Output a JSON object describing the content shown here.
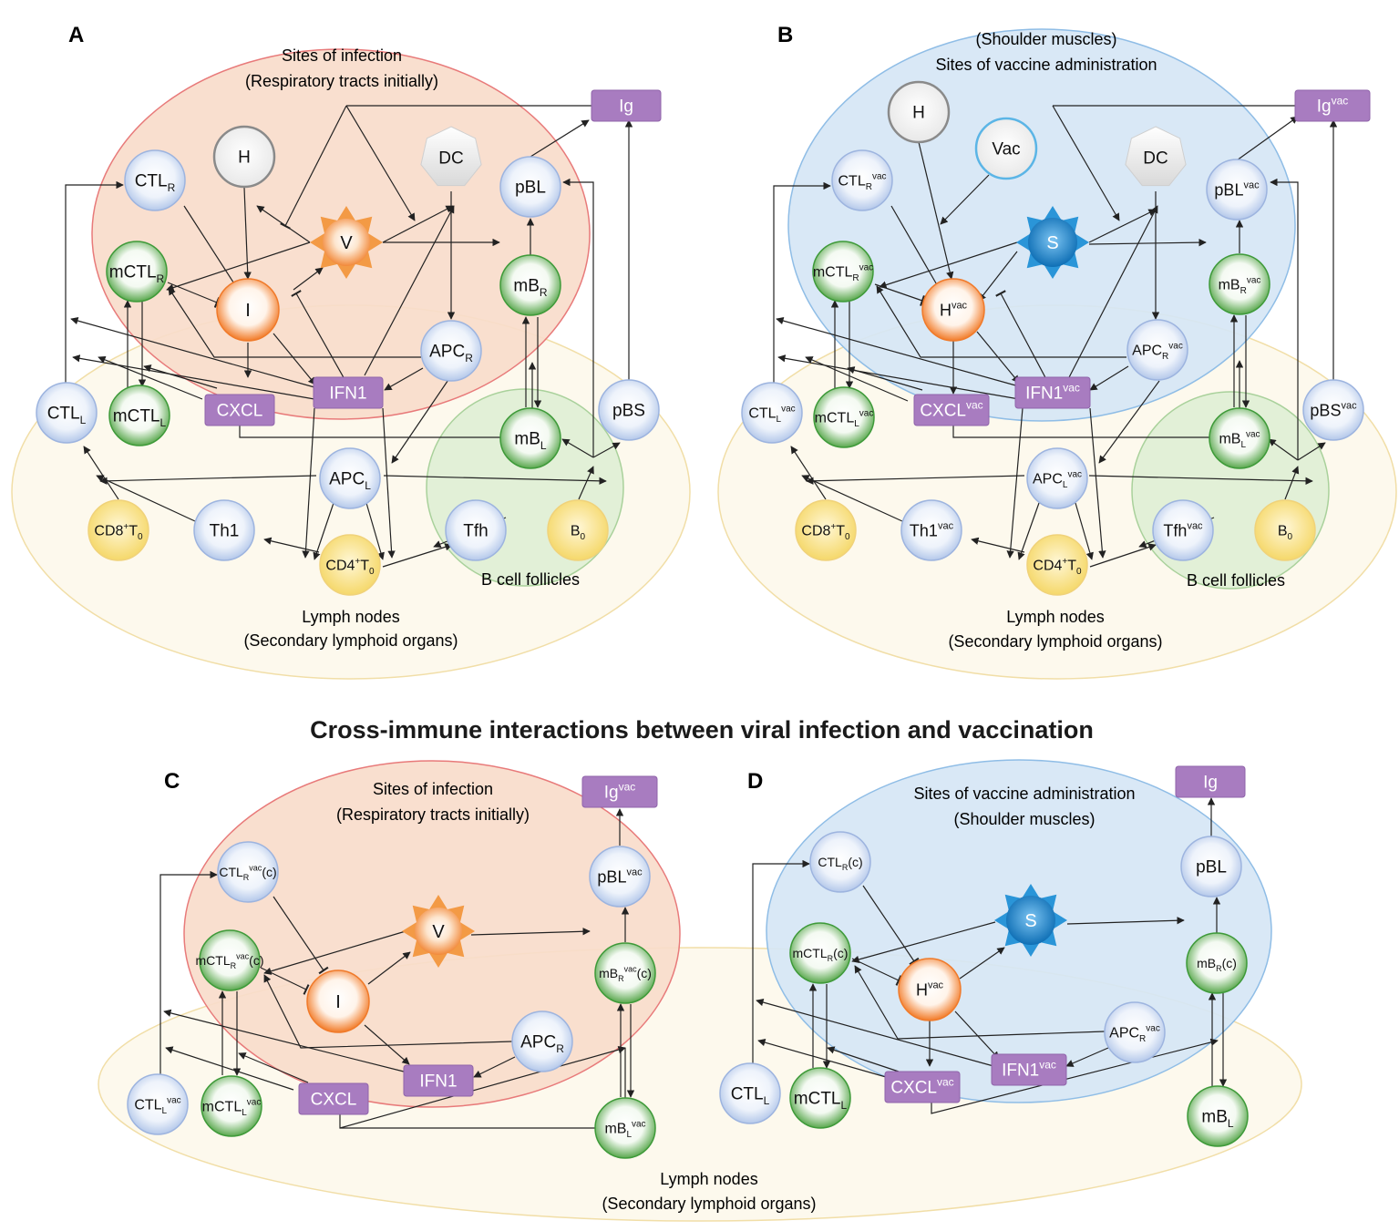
{
  "main_title": "Cross-immune interactions between viral infection and vaccination",
  "colors": {
    "infection_fill": "#f9dccb",
    "infection_stroke": "#e87a7a",
    "vaccine_fill": "#d6e6f5",
    "vaccine_stroke": "#8fbde6",
    "lymph_fill": "#fdf9ec",
    "lymph_stroke": "#f1dea7",
    "follicle_fill": "#e0efd5",
    "follicle_stroke": "#a9d19b",
    "blue_node": "#c7d7ef",
    "green_node": "#4fa74a",
    "yellow_node": "#f8df8a",
    "orange_node": "#f18a3e",
    "purple_box": "#a87cc0",
    "virus": "#f39a45",
    "antigen": "#1d7fc2"
  },
  "panels": [
    {
      "letter": "A",
      "region_top": [
        "Sites of infection",
        "(Respiratory tracts initially)"
      ],
      "region_bottom": [
        "Lymph nodes",
        "(Secondary lymphoid organs)"
      ],
      "follicle_label": "B cell follicles",
      "nodes": [
        {
          "id": "H",
          "kind": "white",
          "label": "H"
        },
        {
          "id": "DC",
          "kind": "hept",
          "label": "DC"
        },
        {
          "id": "Ig",
          "kind": "box",
          "label": "Ig"
        },
        {
          "id": "CTLR",
          "kind": "blue",
          "label": "CTL",
          "sub": "R"
        },
        {
          "id": "pBL",
          "kind": "blue",
          "label": "pBL"
        },
        {
          "id": "V",
          "kind": "virus",
          "label": "V"
        },
        {
          "id": "mCTLR",
          "kind": "green",
          "label": "mCTL",
          "sub": "R"
        },
        {
          "id": "I",
          "kind": "orange",
          "label": "I"
        },
        {
          "id": "mBR",
          "kind": "green",
          "label": "mB",
          "sub": "R"
        },
        {
          "id": "APCR",
          "kind": "blue",
          "label": "APC",
          "sub": "R"
        },
        {
          "id": "IFN1",
          "kind": "box",
          "label": "IFN1"
        },
        {
          "id": "CXCL",
          "kind": "box",
          "label": "CXCL"
        },
        {
          "id": "CTLL",
          "kind": "blue",
          "label": "CTL",
          "sub": "L"
        },
        {
          "id": "mCTLL",
          "kind": "green",
          "label": "mCTL",
          "sub": "L"
        },
        {
          "id": "mBL",
          "kind": "green",
          "label": "mB",
          "sub": "L"
        },
        {
          "id": "pBS",
          "kind": "blue",
          "label": "pBS"
        },
        {
          "id": "APCL",
          "kind": "blue",
          "label": "APC",
          "sub": "L"
        },
        {
          "id": "CD8",
          "kind": "yellow",
          "label": "CD8",
          "sup": "+",
          "tail": "T",
          "sub": "0"
        },
        {
          "id": "Th1",
          "kind": "blue",
          "label": "Th1"
        },
        {
          "id": "CD4",
          "kind": "yellow",
          "label": "CD4",
          "sup": "+",
          "tail": "T",
          "sub": "0"
        },
        {
          "id": "Tfh",
          "kind": "blue",
          "label": "Tfh"
        },
        {
          "id": "B0",
          "kind": "yellow",
          "label": "B",
          "sub": "0"
        }
      ]
    },
    {
      "letter": "B",
      "region_top": [
        "(Shoulder muscles)",
        "Sites of vaccine administration"
      ],
      "region_bottom": [
        "Lymph nodes",
        "(Secondary lymphoid organs)"
      ],
      "follicle_label": "B cell follicles",
      "nodes": [
        {
          "id": "H",
          "kind": "white",
          "label": "H"
        },
        {
          "id": "Vac",
          "kind": "vac",
          "label": "Vac"
        },
        {
          "id": "DC",
          "kind": "hept",
          "label": "DC"
        },
        {
          "id": "Ig",
          "kind": "box",
          "label": "Ig",
          "sup": "vac"
        },
        {
          "id": "CTLR",
          "kind": "blue",
          "label": "CTL",
          "sub": "R",
          "sup": "vac"
        },
        {
          "id": "pBL",
          "kind": "blue",
          "label": "pBL",
          "sup": "vac"
        },
        {
          "id": "S",
          "kind": "antigen",
          "label": "S"
        },
        {
          "id": "mCTLR",
          "kind": "green",
          "label": "mCTL",
          "sub": "R",
          "sup": "vac"
        },
        {
          "id": "Hvac",
          "kind": "orange",
          "label": "H",
          "sup": "vac"
        },
        {
          "id": "mBR",
          "kind": "green",
          "label": "mB",
          "sub": "R",
          "sup": "vac"
        },
        {
          "id": "APCR",
          "kind": "blue",
          "label": "APC",
          "sub": "R",
          "sup": "vac"
        },
        {
          "id": "IFN1",
          "kind": "box",
          "label": "IFN1",
          "sup": "vac"
        },
        {
          "id": "CXCL",
          "kind": "box",
          "label": "CXCL",
          "sup": "vac"
        },
        {
          "id": "CTLL",
          "kind": "blue",
          "label": "CTL",
          "sub": "L",
          "sup": "vac"
        },
        {
          "id": "mCTLL",
          "kind": "green",
          "label": "mCTL",
          "sub": "L",
          "sup": "vac"
        },
        {
          "id": "mBL",
          "kind": "green",
          "label": "mB",
          "sub": "L",
          "sup": "vac"
        },
        {
          "id": "pBS",
          "kind": "blue",
          "label": "pBS",
          "sup": "vac"
        },
        {
          "id": "APCL",
          "kind": "blue",
          "label": "APC",
          "sub": "L",
          "sup": "vac"
        },
        {
          "id": "CD8",
          "kind": "yellow",
          "label": "CD8",
          "sup": "+",
          "tail": "T",
          "sub": "0"
        },
        {
          "id": "Th1",
          "kind": "blue",
          "label": "Th1",
          "sup": "vac"
        },
        {
          "id": "CD4",
          "kind": "yellow",
          "label": "CD4",
          "sup": "+",
          "tail": "T",
          "sub": "0"
        },
        {
          "id": "Tfh",
          "kind": "blue",
          "label": "Tfh",
          "sup": "vac"
        },
        {
          "id": "B0",
          "kind": "yellow",
          "label": "B",
          "sub": "0"
        }
      ]
    },
    {
      "letter": "C",
      "region_top": [
        "Sites of infection",
        "(Respiratory tracts initially)"
      ],
      "region_bottom": [
        "Lymph nodes",
        "(Secondary lymphoid organs)"
      ],
      "nodes": [
        {
          "id": "Ig",
          "kind": "box",
          "label": "Ig",
          "sup": "vac"
        },
        {
          "id": "CTLR",
          "kind": "blue",
          "label": "CTL",
          "sub": "R",
          "sup": "vac",
          "tail": "(c)"
        },
        {
          "id": "pBL",
          "kind": "blue",
          "label": "pBL",
          "sup": "vac"
        },
        {
          "id": "V",
          "kind": "virus",
          "label": "V"
        },
        {
          "id": "mCTLR",
          "kind": "green",
          "label": "mCTL",
          "sub": "R",
          "sup": "vac",
          "tail": "(c)"
        },
        {
          "id": "mBR",
          "kind": "green",
          "label": "mB",
          "sub": "R",
          "sup": "vac",
          "tail": "(c)"
        },
        {
          "id": "I",
          "kind": "orange",
          "label": "I"
        },
        {
          "id": "APCR",
          "kind": "blue",
          "label": "APC",
          "sub": "R"
        },
        {
          "id": "IFN1",
          "kind": "box",
          "label": "IFN1"
        },
        {
          "id": "CXCL",
          "kind": "box",
          "label": "CXCL"
        },
        {
          "id": "CTLL",
          "kind": "blue",
          "label": "CTL",
          "sub": "L",
          "sup": "vac"
        },
        {
          "id": "mCTLL",
          "kind": "green",
          "label": "mCTL",
          "sub": "L",
          "sup": "vac"
        },
        {
          "id": "mBL",
          "kind": "green",
          "label": "mB",
          "sub": "L",
          "sup": "vac"
        }
      ]
    },
    {
      "letter": "D",
      "region_top": [
        "Sites of vaccine administration",
        "(Shoulder muscles)"
      ],
      "nodes": [
        {
          "id": "Ig",
          "kind": "box",
          "label": "Ig"
        },
        {
          "id": "CTLR",
          "kind": "blue",
          "label": "CTL",
          "sub": "R",
          "tail": "(c)"
        },
        {
          "id": "pBL",
          "kind": "blue",
          "label": "pBL"
        },
        {
          "id": "S",
          "kind": "antigen",
          "label": "S"
        },
        {
          "id": "mCTLR",
          "kind": "green",
          "label": "mCTL",
          "sub": "R",
          "tail": "(c)"
        },
        {
          "id": "Hvac",
          "kind": "orange",
          "label": "H",
          "sup": "vac"
        },
        {
          "id": "mBR",
          "kind": "green",
          "label": "mB",
          "sub": "R",
          "tail": "(c)"
        },
        {
          "id": "APCR",
          "kind": "blue",
          "label": "APC",
          "sub": "R",
          "sup": "vac"
        },
        {
          "id": "IFN1",
          "kind": "box",
          "label": "IFN1",
          "sup": "vac"
        },
        {
          "id": "CXCL",
          "kind": "box",
          "label": "CXCL",
          "sup": "vac"
        },
        {
          "id": "CTLL",
          "kind": "blue",
          "label": "CTL",
          "sub": "L"
        },
        {
          "id": "mCTLL",
          "kind": "green",
          "label": "mCTL",
          "sub": "L"
        },
        {
          "id": "mBL",
          "kind": "green",
          "label": "mB",
          "sub": "L"
        }
      ]
    }
  ]
}
